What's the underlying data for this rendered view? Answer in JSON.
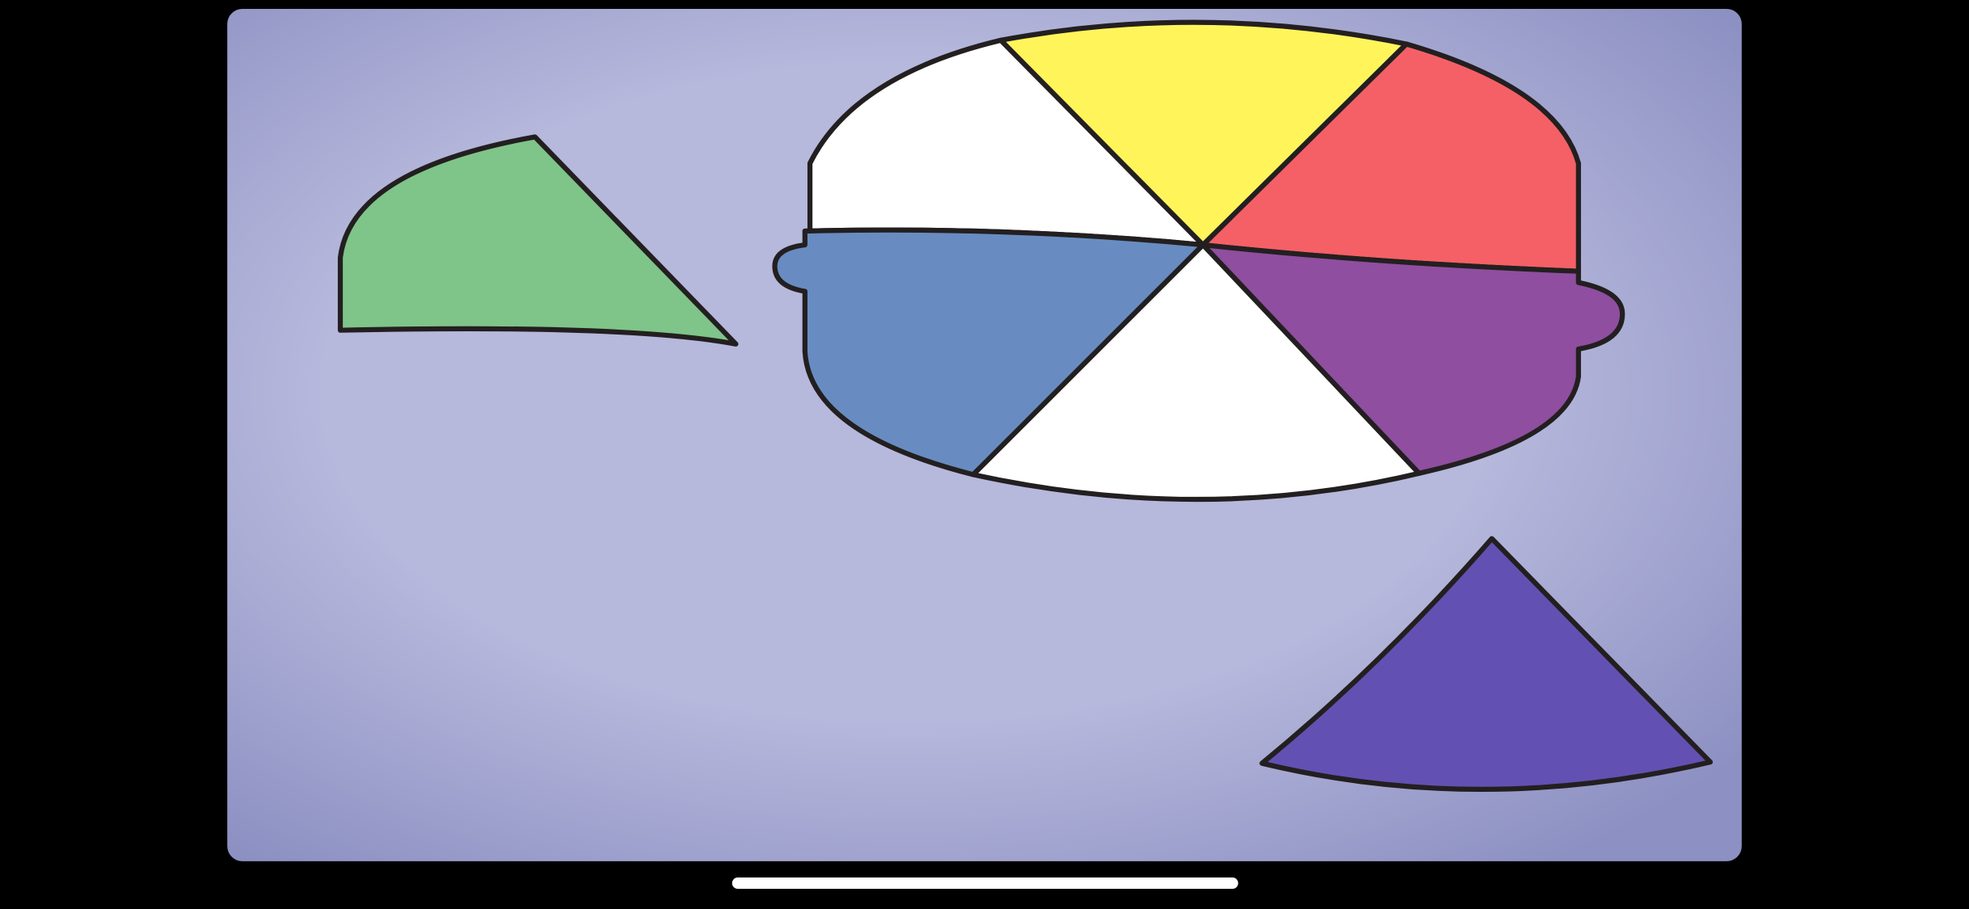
{
  "game": {
    "background_gradient": [
      "#b6b8dc",
      "#8c90c2"
    ],
    "outline_color": "#231f20",
    "pot": {
      "slices": [
        {
          "name": "top-left",
          "color": "#ffffff",
          "filled": true
        },
        {
          "name": "top",
          "color": "#fff55a",
          "filled": true
        },
        {
          "name": "top-right",
          "color": "#f46066",
          "filled": true
        },
        {
          "name": "bottom-right",
          "color": "#8f4e9f",
          "filled": true
        },
        {
          "name": "bottom",
          "color": "#ffffff",
          "filled": false
        },
        {
          "name": "bottom-left",
          "color": "#688cc1",
          "filled": true
        }
      ]
    },
    "loose_pieces": [
      {
        "name": "green",
        "color": "#7fc489"
      },
      {
        "name": "indigo",
        "color": "#6251b2"
      }
    ]
  },
  "home_indicator": {
    "color": "#ffffff"
  }
}
